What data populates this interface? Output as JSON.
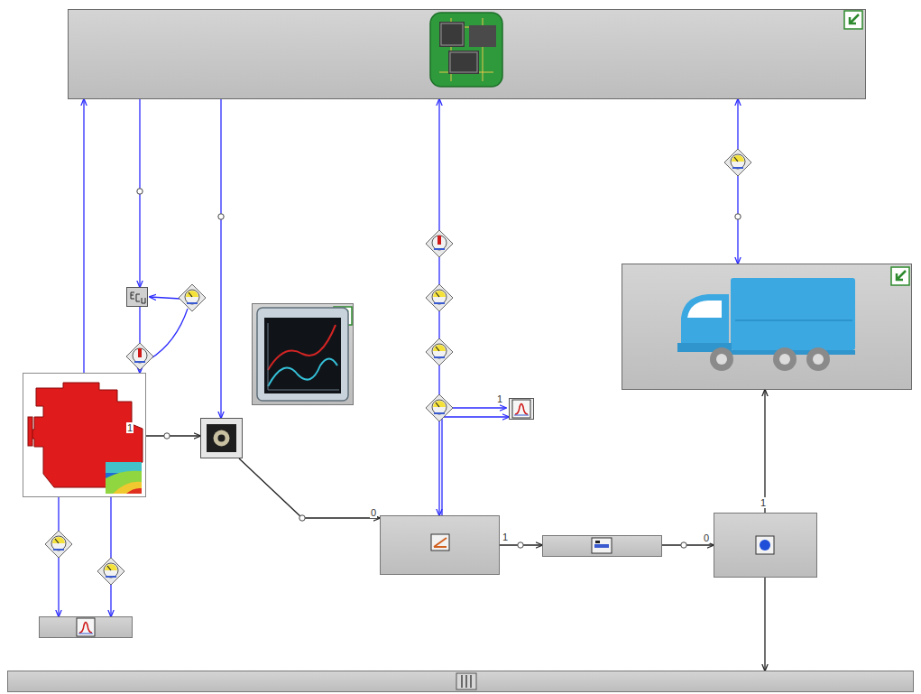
{
  "diagram": {
    "nodes": [
      {
        "text": []
      },
      {
        "text": []
      },
      {
        "text": []
      },
      {
        "text": []
      },
      {
        "text": []
      },
      {
        "text": []
      },
      {
        "text": []
      },
      {
        "text": []
      },
      {
        "text": []
      },
      {
        "text": []
      },
      {
        "text": []
      },
      {
        "text": []
      }
    ],
    "edges": [
      {
        "from": 1,
        "to": 0,
        "arrow": "to"
      },
      {
        "from": 0,
        "to": 2,
        "arrow": "to"
      },
      {
        "from": 2,
        "to": 1,
        "arrow": "to"
      },
      {
        "from": 0,
        "to": 3,
        "arrow": "to"
      },
      {
        "from": 1,
        "to": 3,
        "arrow": "to"
      },
      {
        "from": 3,
        "to": 4,
        "arrow": "to"
      },
      {
        "from": 0,
        "to": 4,
        "arrow": "both"
      },
      {
        "from": 4,
        "to": 11,
        "arrow": "to"
      },
      {
        "from": 0,
        "to": 7,
        "arrow": "both"
      },
      {
        "from": 4,
        "to": 5,
        "arrow": "to"
      },
      {
        "from": 5,
        "to": 6,
        "arrow": "to"
      },
      {
        "from": 6,
        "to": 7,
        "arrow": "to"
      },
      {
        "from": 6,
        "to": 8,
        "arrow": "to"
      },
      {
        "from": 1,
        "to": 10,
        "arrow": "to"
      },
      {
        "from": 1,
        "to": 10,
        "arrow": "to"
      }
    ],
    "labels": [
      "1",
      "0",
      "1",
      "0",
      "1",
      "1"
    ]
  }
}
